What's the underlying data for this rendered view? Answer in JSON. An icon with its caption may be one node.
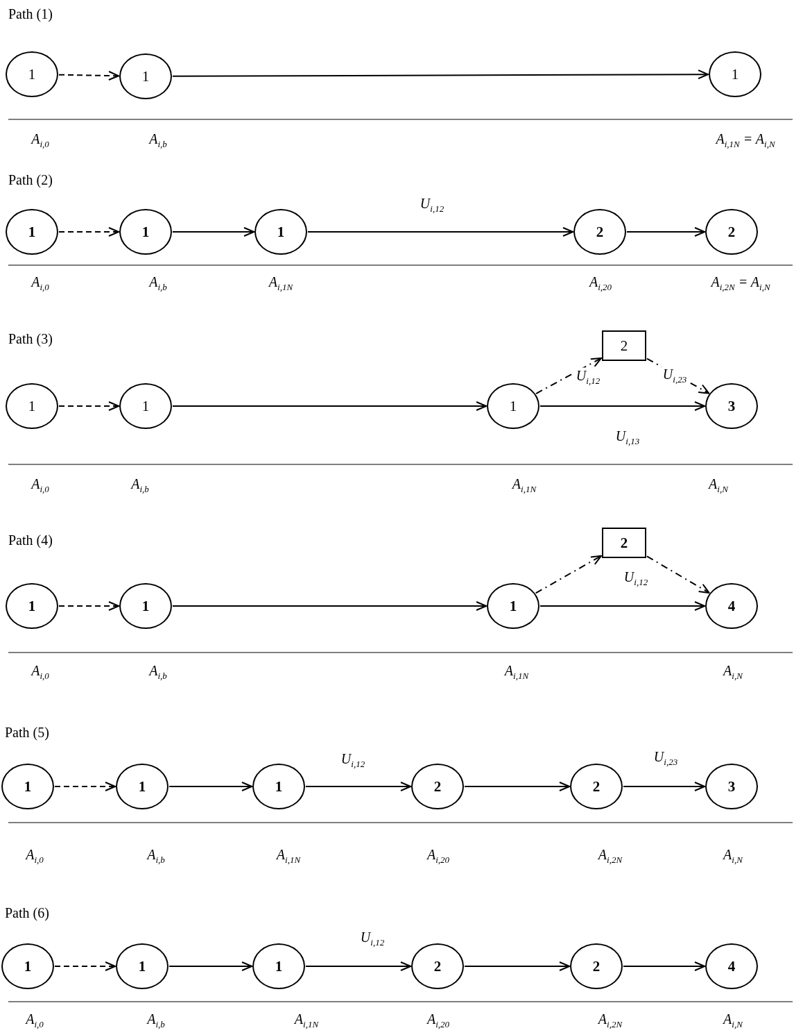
{
  "diagram": {
    "nodes": [
      {
        "text": [
          "1"
        ]
      },
      {
        "text": [
          "1"
        ]
      },
      {
        "text": [
          "1"
        ]
      },
      {
        "text": [
          "1"
        ]
      },
      {
        "text": [
          "1"
        ]
      },
      {
        "text": [
          "1"
        ]
      },
      {
        "text": [
          "2"
        ]
      },
      {
        "text": [
          "2"
        ]
      },
      {
        "text": [
          "1"
        ]
      },
      {
        "text": [
          "1"
        ]
      },
      {
        "text": [
          "1"
        ]
      },
      {
        "text": [
          "2"
        ]
      },
      {
        "text": [
          "3"
        ]
      },
      {
        "text": [
          "1"
        ]
      },
      {
        "text": [
          "1"
        ]
      },
      {
        "text": [
          "1"
        ]
      },
      {
        "text": [
          "2"
        ],
        "beside": [
          "U$_{i,12}$"
        ]
      },
      {
        "text": [
          "4"
        ]
      },
      {
        "text": [
          "1"
        ]
      },
      {
        "text": [
          "1"
        ]
      },
      {
        "text": [
          "1"
        ]
      },
      {
        "text": [
          "2"
        ]
      },
      {
        "text": [
          "2"
        ]
      },
      {
        "text": [
          "3"
        ]
      },
      {
        "text": [
          "1"
        ]
      },
      {
        "text": [
          "1"
        ]
      },
      {
        "text": [
          "1"
        ]
      },
      {
        "text": [
          "2"
        ]
      },
      {
        "text": [
          "2"
        ]
      },
      {
        "text": [
          "4"
        ]
      }
    ],
    "edges": [
      {
        "from": 0,
        "to": 1,
        "arrow": "to",
        "style": "dashed"
      },
      {
        "from": 1,
        "to": 2,
        "arrow": "to"
      },
      {
        "from": 3,
        "to": 4,
        "arrow": "to",
        "style": "dashed"
      },
      {
        "from": 4,
        "to": 5,
        "arrow": "to"
      },
      {
        "from": 5,
        "to": 6,
        "arrow": "to",
        "label": "U$_{i,12}$"
      },
      {
        "from": 6,
        "to": 7,
        "arrow": "to"
      },
      {
        "from": 8,
        "to": 9,
        "arrow": "to",
        "style": "dashed"
      },
      {
        "from": 9,
        "to": 10,
        "arrow": "to"
      },
      {
        "from": 10,
        "to": 11,
        "arrow": "to",
        "style": "dashed",
        "label": "U$_{i,12}$"
      },
      {
        "from": 11,
        "to": 12,
        "arrow": "to",
        "style": "dashed",
        "label": "U$_{i,23}$"
      },
      {
        "from": 10,
        "to": 12,
        "arrow": "to",
        "label": "U$_{i,13}$"
      },
      {
        "from": 13,
        "to": 14,
        "arrow": "to",
        "style": "dashed"
      },
      {
        "from": 14,
        "to": 15,
        "arrow": "to"
      },
      {
        "from": 15,
        "to": 16,
        "arrow": "to",
        "style": "dashed"
      },
      {
        "from": 16,
        "to": 17,
        "arrow": "to",
        "style": "dashed"
      },
      {
        "from": 15,
        "to": 17,
        "arrow": "to"
      },
      {
        "from": 18,
        "to": 19,
        "arrow": "to",
        "style": "dashed"
      },
      {
        "from": 19,
        "to": 20,
        "arrow": "to"
      },
      {
        "from": 20,
        "to": 21,
        "arrow": "to",
        "label": "U$_{i,12}$"
      },
      {
        "from": 21,
        "to": 22,
        "arrow": "to"
      },
      {
        "from": 22,
        "to": 23,
        "arrow": "to",
        "label": "U$_{i,23}$"
      },
      {
        "from": 24,
        "to": 25,
        "arrow": "to",
        "style": "dashed"
      },
      {
        "from": 25,
        "to": 26,
        "arrow": "to"
      },
      {
        "from": 26,
        "to": 27,
        "arrow": "to",
        "label": "U$_{i,12}$"
      },
      {
        "from": 27,
        "to": 28,
        "arrow": "to"
      },
      {
        "from": 28,
        "to": 29,
        "arrow": "to"
      }
    ],
    "labels": [
      "Path (1)",
      "A$_{i,0}$",
      "A$_{i,b}$",
      "A$_{i,1N}$ = A$_{i,N}$",
      "Path (2)",
      "A$_{i,0}$",
      "A$_{i,b}$",
      "A$_{i,1N}$",
      "A$_{i,20}$",
      "A$_{i,2N}$ = A$_{i,N}$",
      "Path (3)",
      "A$_{i,0}$",
      "A$_{i,b}$",
      "A$_{i,1N}$",
      "A$_{i,N}$",
      "Path (4)",
      "A$_{i,0}$",
      "A$_{i,b}$",
      "A$_{i,1N}$",
      "A$_{i,N}$",
      "Path (5)",
      "A$_{i,0}$",
      "A$_{i,b}$",
      "A$_{i,1N}$",
      "A$_{i,20}$",
      "A$_{i,2N}$",
      "A$_{i,N}$",
      "Path (6)",
      "A$_{i,0}$",
      "A$_{i,b}$",
      "A$_{i,1N}$",
      "A$_{i,20}$",
      "A$_{i,2N}$",
      "A$_{i,N}$"
    ]
  }
}
